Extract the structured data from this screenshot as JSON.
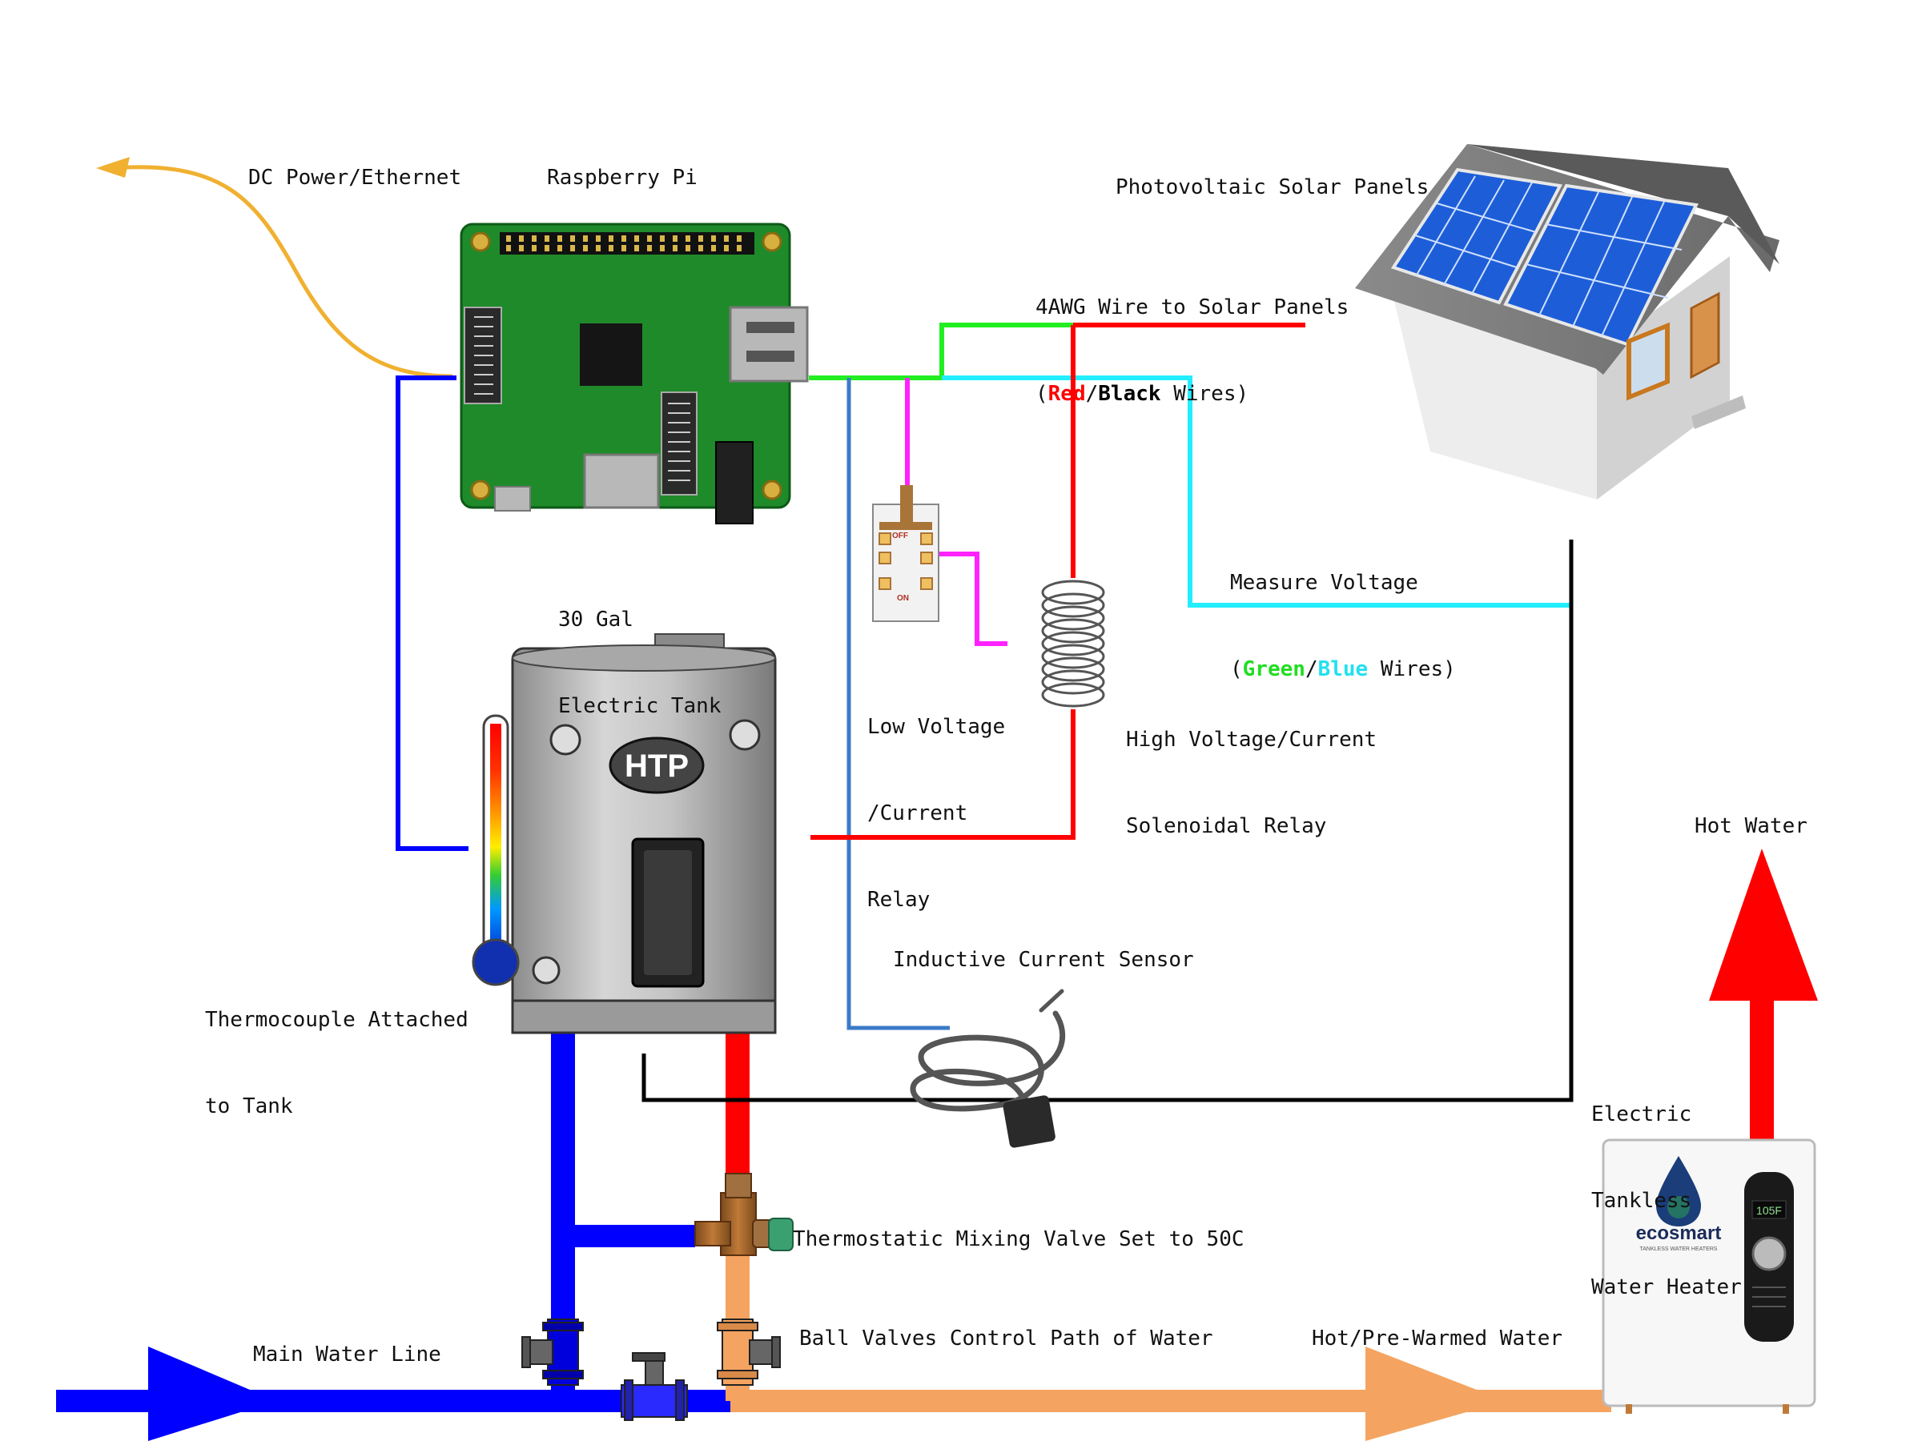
{
  "labels": {
    "dc_power": "DC Power/Ethernet",
    "raspberry_pi": "Raspberry Pi",
    "solar_panels": "Photovoltaic Solar Panels",
    "wire_line1": "4AWG Wire to Solar Panels",
    "wire_paren_open": "(",
    "wire_red": "Red",
    "wire_slash": "/",
    "wire_black": "Black",
    "wire_rest": " Wires)",
    "measure_line1": "Measure Voltage",
    "measure_paren_open": "(",
    "measure_green": "Green",
    "measure_slash": "/",
    "measure_blue": "Blue",
    "measure_rest": " Wires)",
    "tank_line1": "30 Gal",
    "tank_line2": "Electric Tank",
    "low_relay_line1": "Low Voltage",
    "low_relay_line2": "/Current",
    "low_relay_line3": "Relay",
    "high_relay_line1": "High Voltage/Current",
    "high_relay_line2": "Solenoidal Relay",
    "thermocouple_line1": "Thermocouple Attached",
    "thermocouple_line2": "to Tank",
    "inductive_sensor": "Inductive Current Sensor",
    "hot_water": "Hot Water",
    "tankless_line1": "Electric",
    "tankless_line2": "Tankless",
    "tankless_line3": "Water Heater",
    "mixing_valve": "Thermostatic Mixing Valve Set to 50C",
    "ball_valves": "Ball Valves Control Path of Water",
    "main_water": "Main Water Line",
    "hot_prewarmed": "Hot/Pre-Warmed Water"
  },
  "device_text": {
    "htp_logo": "HTP",
    "ecosmart_brand": "ecosmart",
    "ecosmart_tagline": "TANKLESS WATER HEATERS",
    "display_reading": "105F",
    "switch_off": "OFF",
    "switch_on": "ON"
  },
  "colors": {
    "cold_water": "#0000ff",
    "hot_water": "#ff0000",
    "warm_water": "#f4a460",
    "signal_green": "#22ee22",
    "signal_cyan": "#22eeff",
    "signal_magenta": "#ff22ff",
    "signal_blue": "#3a7bc8",
    "dc_power_wire": "#f0b030",
    "pcb_green": "#1f8a2a",
    "wire_black": "#000000"
  }
}
